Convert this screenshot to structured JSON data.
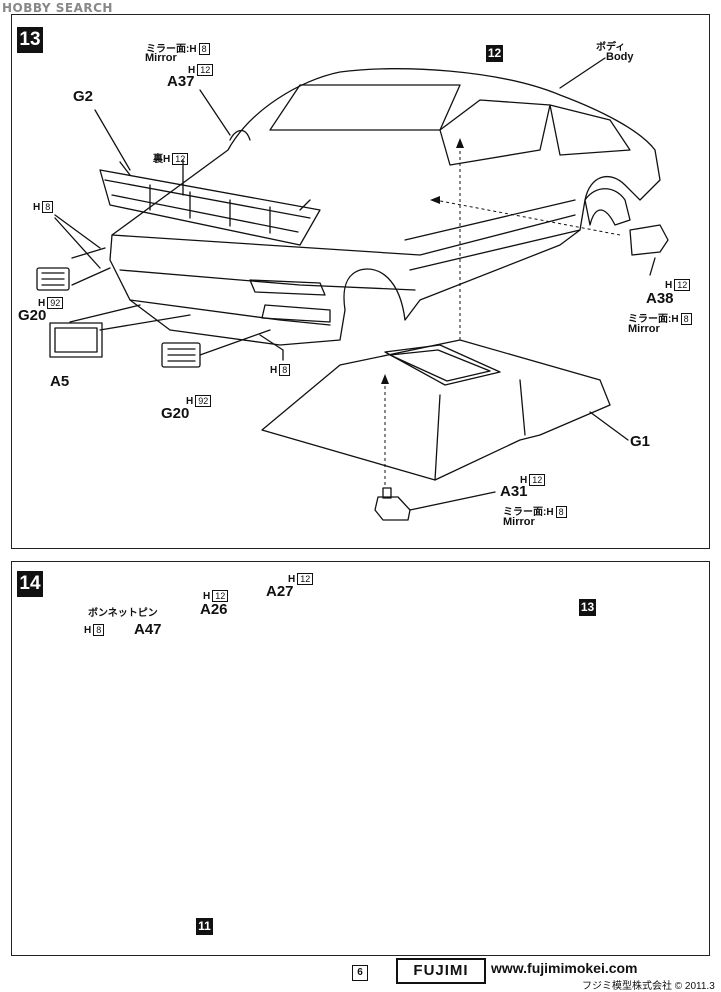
{
  "watermark": "HOBBY SEARCH",
  "step13": {
    "number": "13",
    "ref_step": "12",
    "labels": {
      "body_jp": "ボディ",
      "body_en": "Body",
      "a37": "A37",
      "a37_mirror_jp": "ミラー面:",
      "a37_mirror_code": "8",
      "a37_mirror_en": "Mirror",
      "a37_h": "12",
      "g2": "G2",
      "ura_jp": "裏",
      "ura_h": "12",
      "h8_left": "8",
      "g20_top": "G20",
      "g20_top_h": "92",
      "a5": "A5",
      "g20_bottom": "G20",
      "g20_bottom_h": "92",
      "h8_center": "8",
      "a38": "A38",
      "a38_h": "12",
      "a38_mirror_jp": "ミラー面:",
      "a38_mirror_code": "8",
      "a38_mirror_en": "Mirror",
      "g1": "G1",
      "a31": "A31",
      "a31_h": "12",
      "a31_mirror_jp": "ミラー面:",
      "a31_mirror_code": "8",
      "a31_mirror_en": "Mirror"
    }
  },
  "step14": {
    "number": "14",
    "ref_step_top": "13",
    "ref_step_bottom": "11",
    "labels": {
      "bonnet_pin_jp": "ボンネットピン",
      "a47": "A47",
      "a47_h": "8",
      "a26": "A26",
      "a26_h": "12",
      "a27": "A27",
      "a27_h": "12"
    }
  },
  "footer": {
    "page": "6",
    "brand": "FUJIMI",
    "url": "www.fujimimokei.com",
    "copyright": "フジミ模型株式会社 © 2011.3"
  }
}
